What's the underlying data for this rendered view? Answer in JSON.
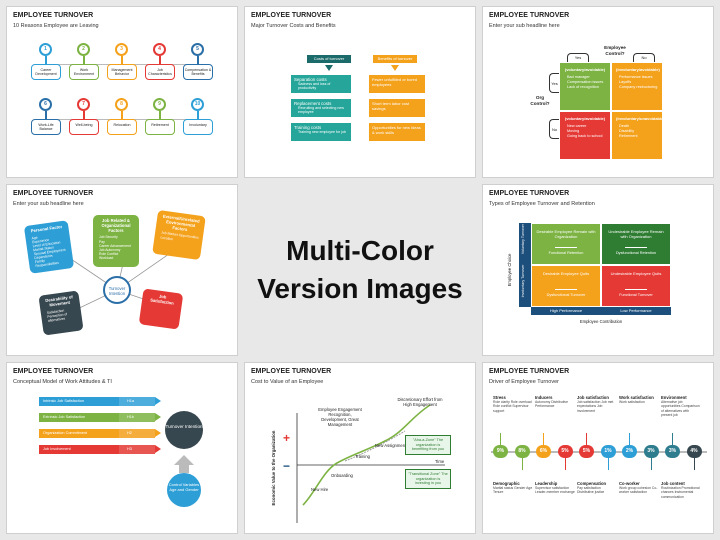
{
  "center": {
    "line1": "Multi-Color",
    "line2": "Version Images"
  },
  "s1": {
    "title": "EMPLOYEE TURNOVER",
    "subtitle": "10 Reasons Employee are Leaving",
    "items": [
      {
        "n": "1",
        "label": "Career Development",
        "color": "#2e9fd6"
      },
      {
        "n": "2",
        "label": "Work Environment",
        "color": "#7cb342"
      },
      {
        "n": "3",
        "label": "Management Behavior",
        "color": "#f4a11c"
      },
      {
        "n": "4",
        "label": "Job Characteristics",
        "color": "#e53935"
      },
      {
        "n": "5",
        "label": "Compensation & Benefits",
        "color": "#2a6fa8"
      },
      {
        "n": "6",
        "label": "Work-Life Balance",
        "color": "#2a6fa8"
      },
      {
        "n": "7",
        "label": "Well-being",
        "color": "#e53935"
      },
      {
        "n": "8",
        "label": "Relocation",
        "color": "#f4a11c"
      },
      {
        "n": "9",
        "label": "Retirement",
        "color": "#7cb342"
      },
      {
        "n": "10",
        "label": "Involuntary",
        "color": "#2e9fd6"
      }
    ]
  },
  "s2": {
    "title": "EMPLOYEE TURNOVER",
    "subtitle": "Major Turnover Costs and Benefits",
    "costs_header": "Costs of turnover",
    "benefits_header": "Benefits of turnover",
    "costs": [
      {
        "main": "Separation costs",
        "sub": "Sadness and loss of productivity"
      },
      {
        "main": "Replacement costs",
        "sub": "Recruiting and selecting new employee"
      },
      {
        "main": "Training costs",
        "sub": "Training new employee for job"
      }
    ],
    "benefits": [
      "Fewer unfulfilled or bored employees",
      "Short term labor cost savings",
      "Opportunities for new ideas & work skills"
    ]
  },
  "s3": {
    "title": "EMPLOYEE TURNOVER",
    "subtitle": "Enter your sub headline here",
    "employee_control": "Employee Control?",
    "org_control": "Org Control?",
    "yes": "Yes",
    "no": "No",
    "quads": [
      {
        "head": "(voluntary/avoidable)",
        "items": [
          "Bad manager",
          "Compensation issues",
          "Lack of recognition"
        ],
        "color": "#7cb342"
      },
      {
        "head": "(involuntary/avoidable)",
        "items": [
          "Performance issues",
          "Layoffs",
          "Company restructuring"
        ],
        "color": "#f4a11c"
      },
      {
        "head": "(voluntary/avoidable)",
        "items": [
          "New career",
          "Moving",
          "Going back to school"
        ],
        "color": "#e53935"
      },
      {
        "head": "(involuntary/unavoidable)",
        "items": [
          "Death",
          "Disability",
          "Retirement"
        ],
        "color": "#f4a11c"
      }
    ]
  },
  "s4": {
    "title": "EMPLOYEE TURNOVER",
    "subtitle": "Enter your sub headline here",
    "center": "Turnover Intention",
    "boxes": [
      {
        "head": "Personal Factor",
        "items": [
          "Age",
          "Experience",
          "Level of Education",
          "Marital Status",
          "Spousal Employment",
          "Dependents",
          "Family Responsibilities"
        ],
        "color": "#2e9fd6"
      },
      {
        "head": "Job Related & Organizational Factors",
        "items": [
          "Job Security",
          "Pay",
          "Career Advancement",
          "Job Autonomy",
          "Role Conflict",
          "Workload"
        ],
        "color": "#7cb342"
      },
      {
        "head": "External/Unrelated Environmental Factors",
        "items": [
          "Job Market Opportunities",
          "Location"
        ],
        "color": "#f4a11c"
      },
      {
        "head": "Job Satisfaction",
        "items": [],
        "color": "#e53935"
      },
      {
        "head": "Desirability of Movement",
        "items": [
          "Satisfaction",
          "Perception of alternatives"
        ],
        "color": "#37474f"
      }
    ]
  },
  "s5": {
    "title": "EMPLOYEE TURNOVER",
    "subtitle": "Types of Employee Turnover and Retention",
    "y_axis": "Employee Choice",
    "x_axis": "Employee Contribution",
    "row_labels": [
      "Voluntary Turnover",
      "Involuntary Turnover"
    ],
    "col_labels": [
      "High Performance",
      "Low Performance"
    ],
    "cells": [
      {
        "main": "Desirable Employee Remain with Organization",
        "sub": "Functional Retention",
        "color": "#7cb342"
      },
      {
        "main": "Undesirable Employee Remain with Organization",
        "sub": "Dysfunctional Retention",
        "color": "#2e7d32"
      },
      {
        "main": "Desirable Employee Quits",
        "sub": "Dysfunctional Turnover",
        "color": "#f4a11c"
      },
      {
        "main": "Undesirable Employee Quits",
        "sub": "Functional Turnover",
        "color": "#e53935"
      }
    ]
  },
  "s6": {
    "title": "EMPLOYEE TURNOVER",
    "subtitle": "Conceptual Model of Work Attitudes & TI",
    "rows": [
      {
        "label": "Intrinsic Job Satisfaction",
        "tag": "H1a",
        "color": "#2e9fd6"
      },
      {
        "label": "Extrinsic Job Satisfaction",
        "tag": "H1b",
        "color": "#7cb342"
      },
      {
        "label": "Organization Commitment",
        "tag": "H2",
        "color": "#f4a11c"
      },
      {
        "label": "Job Involvement",
        "tag": "H3",
        "color": "#e53935"
      }
    ],
    "intention": "Turnover Intention",
    "control": "Control Variables Age and Gender"
  },
  "s7": {
    "title": "EMPLOYEE TURNOVER",
    "subtitle": "Cost to Value of an Employee",
    "y_axis": "Economic Value to the Organization",
    "x_axis": "Time",
    "plus": "+",
    "minus": "−",
    "labels": {
      "engagement": "Employee Engagement Recognition, Development, Great Management",
      "discretionary": "Discretionary Effort from High Engagement",
      "new_assignment": "New Assignment",
      "training": "Training",
      "onboarding": "Onboarding",
      "new_hire": "New Hire",
      "aha": "\"Aha-a-Zone\" The organization is benefiting from you",
      "transitional": "\"Transitional Zone\" The organization is investing in you"
    }
  },
  "s8": {
    "title": "EMPLOYEE TURNOVER",
    "subtitle": "Driver of Employee Turnover",
    "top": [
      {
        "head": "Stress",
        "text": "Role clarity Role overload Role conflict Supervisor support"
      },
      {
        "head": "Inducers",
        "text": "Autonomy Distributive Performance"
      },
      {
        "head": "Job satisfaction",
        "text": "Job satisfaction Job met expectations Job involvement"
      },
      {
        "head": "Work satisfaction",
        "text": "Work satisfaction"
      },
      {
        "head": "Environment",
        "text": "Alternative job opportunities Comparison of alternatives with present job"
      }
    ],
    "pills": [
      {
        "v": "9%",
        "color": "#7cb342"
      },
      {
        "v": "8%",
        "color": "#7cb342"
      },
      {
        "v": "6%",
        "color": "#f4a11c"
      },
      {
        "v": "5%",
        "color": "#e53935"
      },
      {
        "v": "5%",
        "color": "#e53935"
      },
      {
        "v": "1%",
        "color": "#2e9fd6"
      },
      {
        "v": "2%",
        "color": "#2e9fd6"
      },
      {
        "v": "3%",
        "color": "#2e7d8f"
      },
      {
        "v": "3%",
        "color": "#2e7d8f"
      },
      {
        "v": "4%",
        "color": "#37474f"
      }
    ],
    "bottom": [
      {
        "head": "Demographic",
        "text": "Marital status Gender Age Tenure"
      },
      {
        "head": "Leadership",
        "text": "Supervisor satisfaction Leader-member exchange"
      },
      {
        "head": "Compensation",
        "text": "Pay satisfaction Distributive justice"
      },
      {
        "head": "Co-worker",
        "text": "Work group cohesion Co-worker satisfaction"
      },
      {
        "head": "Job content",
        "text": "Routinization Promotional chances Instrumental communication"
      }
    ]
  }
}
